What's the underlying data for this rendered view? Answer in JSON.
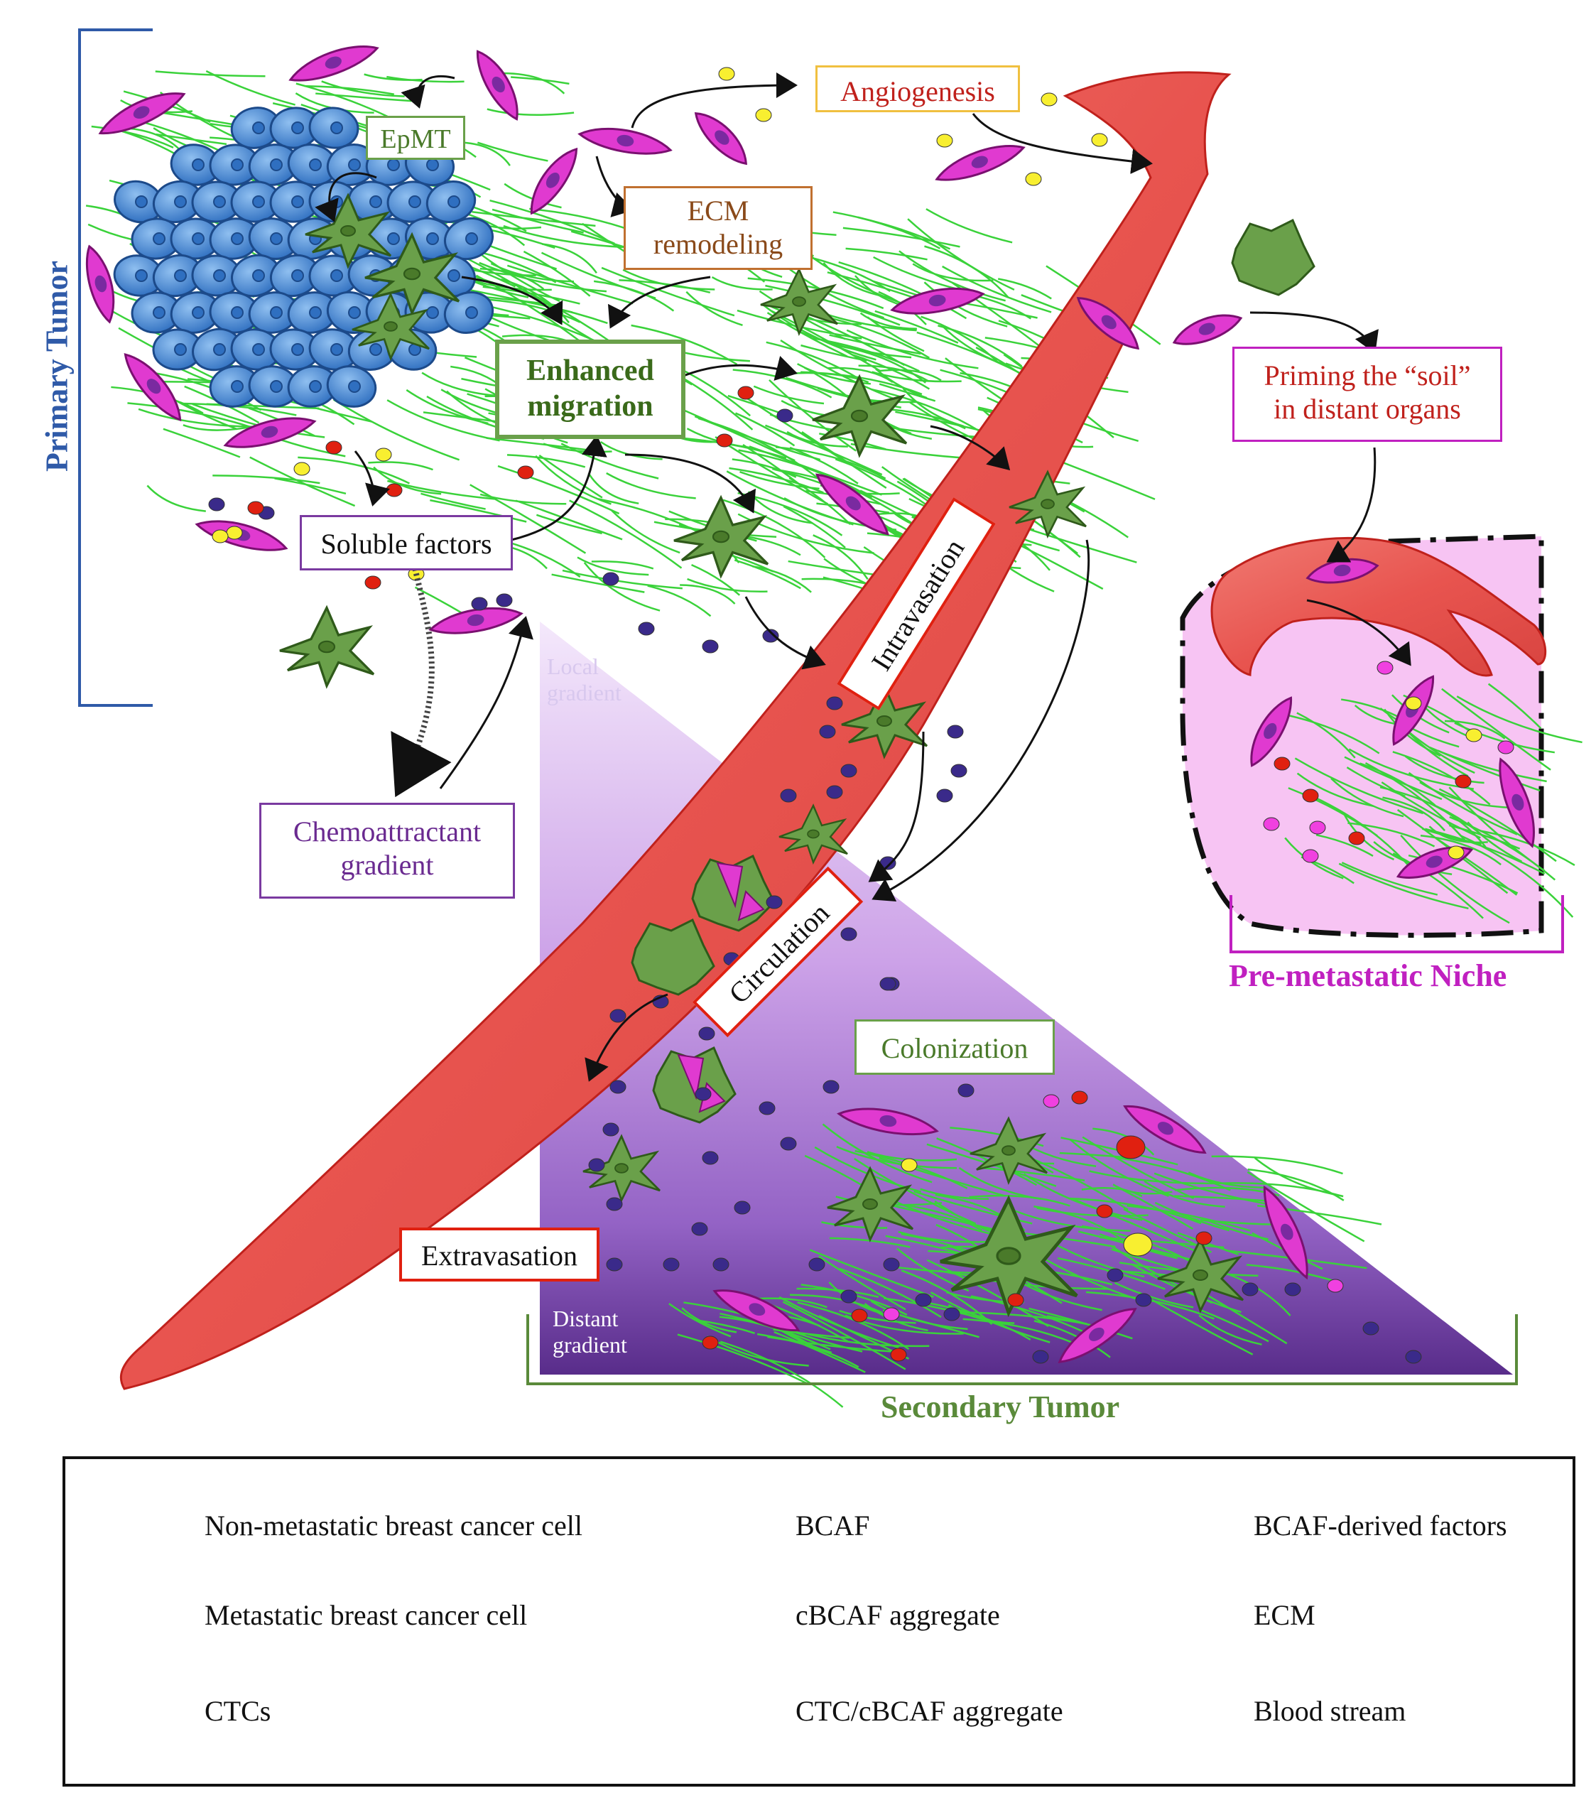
{
  "labels": {
    "epmt": "EpMT",
    "angiogenesis": "Angiogenesis",
    "ecm_remodeling": [
      "ECM",
      "remodeling"
    ],
    "enhanced_migration": [
      "Enhanced",
      "migration"
    ],
    "priming": [
      "Priming the “soil”",
      "in distant organs"
    ],
    "soluble_factors": "Soluble factors",
    "chemoattractant": [
      "Chemoattractant",
      "gradient"
    ],
    "intravasation": "Intravasation",
    "circulation": "Circulation",
    "colonization": "Colonization",
    "extravasation": "Extravasation",
    "local_gradient": [
      "Local",
      "gradient"
    ],
    "distant_gradient": [
      "Distant",
      "gradient"
    ]
  },
  "regions": {
    "primary_tumor": "Primary Tumor",
    "secondary_tumor": "Secondary Tumor",
    "pre_metastatic_niche": "Pre-metastatic Niche"
  },
  "legend": {
    "non_metastatic": "Non-metastatic breast cancer cell",
    "metastatic": "Metastatic breast cancer cell",
    "ctcs": "CTCs",
    "bcaf": "BCAF",
    "cbcaf_aggregate": "cBCAF aggregate",
    "ctc_cbcaf_aggregate": "CTC/cBCAF aggregate",
    "bcaf_derived_factors": "BCAF-derived factors",
    "ecm": "ECM",
    "blood_stream": "Blood stream"
  },
  "colors": {
    "vessel": "#e8544f",
    "bcaf": "#e03ad0",
    "tumor_blue": "#3f7fd0",
    "metastatic_green": "#6aa04a",
    "ecm_green": "#3ad23a",
    "purple": "#5a2a8a",
    "region_blue": "#2f5aa8",
    "region_green": "#5a8a3a",
    "niche_magenta": "#c020c0"
  }
}
